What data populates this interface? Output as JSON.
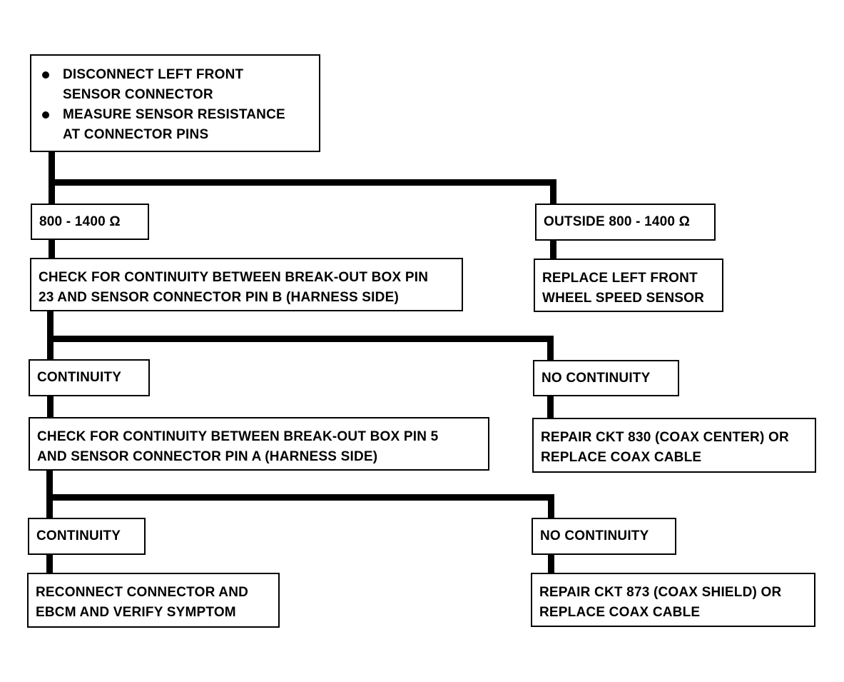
{
  "nodes": {
    "start": {
      "bullets": [
        [
          "DISCONNECT LEFT FRONT",
          "SENSOR CONNECTOR"
        ],
        [
          "MEASURE SENSOR RESISTANCE",
          "AT CONNECTOR PINS"
        ]
      ]
    },
    "cond_in_range": "800 - 1400 Ω",
    "cond_out_range": "OUTSIDE 800 - 1400 Ω",
    "step_check_pin23": [
      "CHECK FOR CONTINUITY BETWEEN BREAK-OUT BOX PIN",
      "23 AND SENSOR CONNECTOR PIN B (HARNESS SIDE)"
    ],
    "step_replace_sensor": [
      "REPLACE LEFT FRONT",
      "WHEEL SPEED SENSOR"
    ],
    "cond_continuity_1": "CONTINUITY",
    "cond_no_continuity_1": "NO CONTINUITY",
    "step_check_pin5": [
      "CHECK FOR CONTINUITY BETWEEN BREAK-OUT BOX PIN 5",
      "AND SENSOR CONNECTOR PIN A (HARNESS SIDE)"
    ],
    "step_repair_830": [
      "REPAIR CKT 830 (COAX CENTER) OR",
      "REPLACE COAX CABLE"
    ],
    "cond_continuity_2": "CONTINUITY",
    "cond_no_continuity_2": "NO CONTINUITY",
    "step_reconnect": [
      "RECONNECT CONNECTOR AND",
      "EBCM AND VERIFY SYMPTOM"
    ],
    "step_repair_873": [
      "REPAIR CKT 873 (COAX SHIELD) OR",
      "REPLACE COAX CABLE"
    ]
  }
}
